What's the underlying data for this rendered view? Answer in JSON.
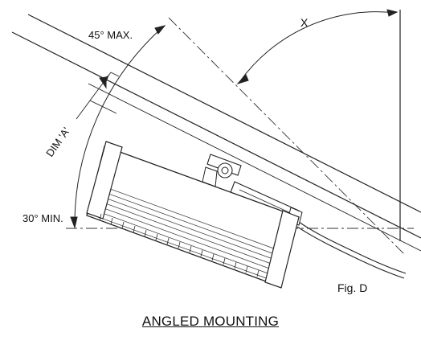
{
  "figure": {
    "labels": {
      "angle_max": "45° MAX.",
      "angle_min": "30° MIN.",
      "angle_x": "X",
      "dim_a": "DIM 'A'",
      "fig": "Fig. D"
    },
    "caption": "ANGLED MOUNTING"
  }
}
